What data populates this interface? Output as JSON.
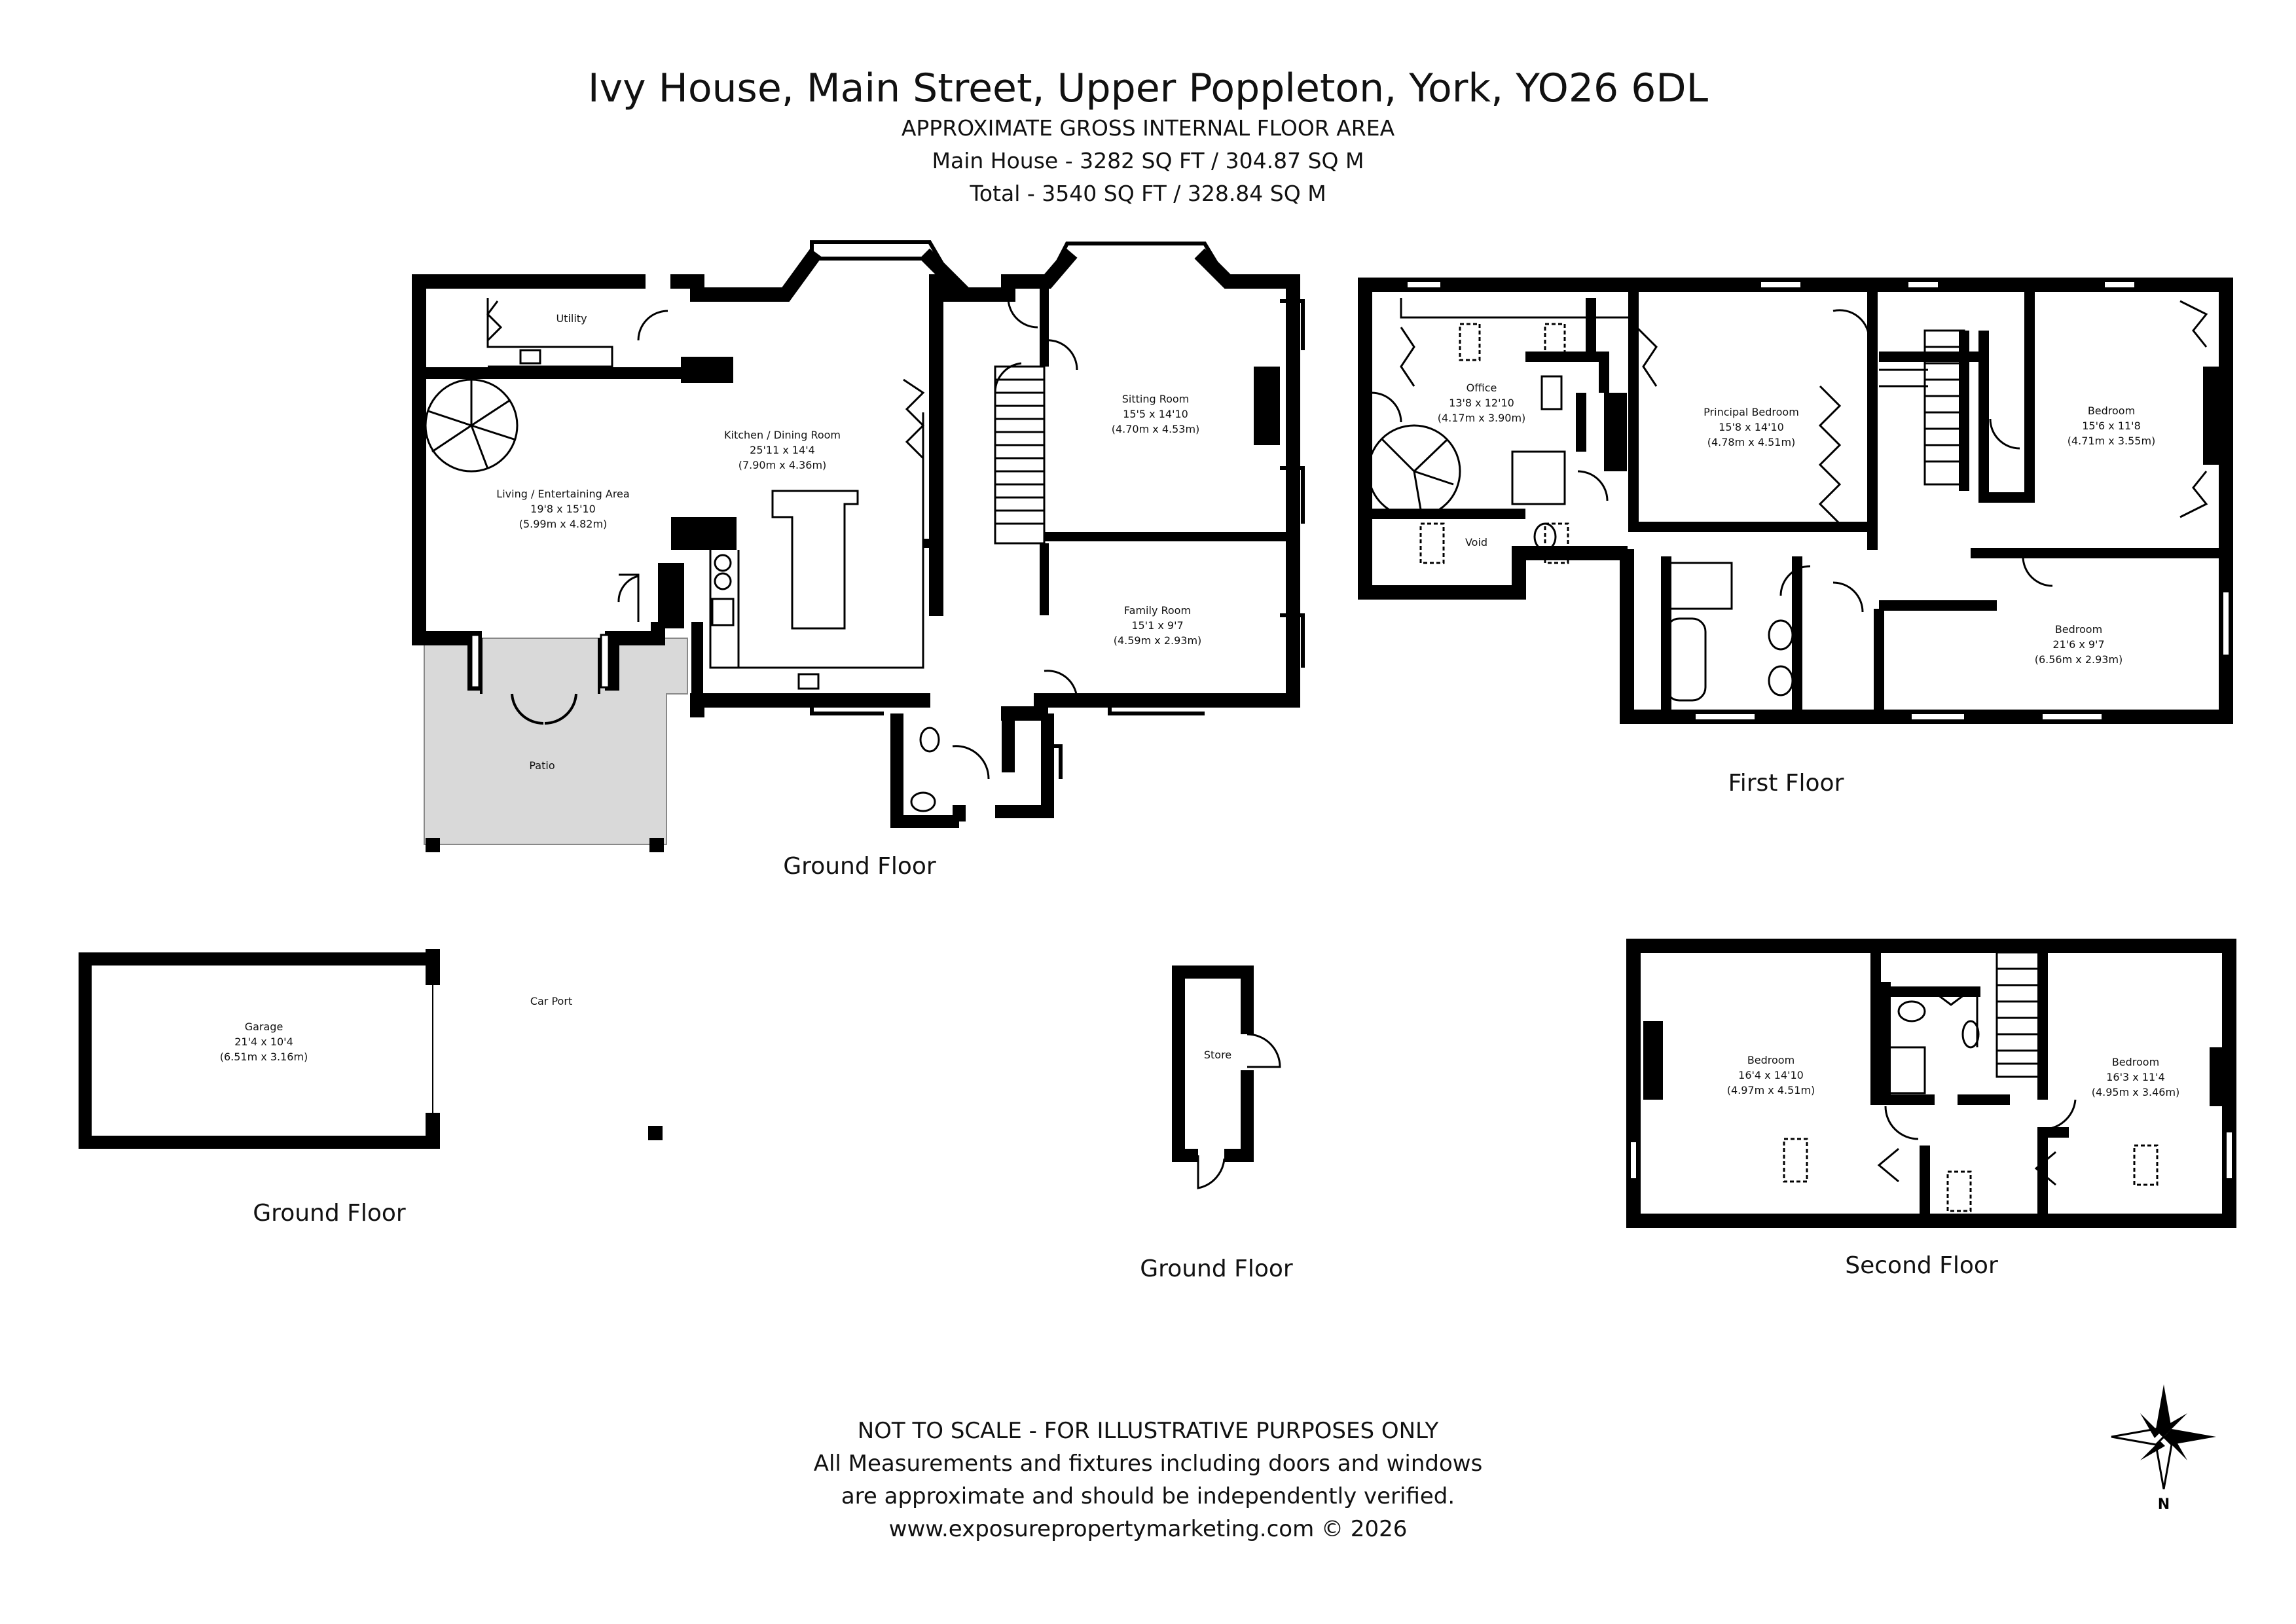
{
  "header": {
    "title": "Ivy House, Main Street, Upper Poppleton, York, YO26 6DL",
    "subtitle": "APPROXIMATE GROSS INTERNAL FLOOR AREA",
    "main_house": "Main House - 3282 SQ FT / 304.87 SQ M",
    "total": "Total - 3540 SQ FT / 328.84 SQ M"
  },
  "floor_labels": {
    "ground_main": "Ground Floor",
    "first": "First Floor",
    "garage_ground": "Ground Floor",
    "store_ground": "Ground Floor",
    "second": "Second Floor"
  },
  "rooms": {
    "utility": {
      "name": "Utility"
    },
    "living": {
      "name": "Living / Entertaining Area",
      "size": "19'8 x 15'10",
      "metric": "(5.99m x 4.82m)"
    },
    "kitchen": {
      "name": "Kitchen / Dining Room",
      "size": "25'11 x 14'4",
      "metric": "(7.90m x 4.36m)"
    },
    "sitting": {
      "name": "Sitting Room",
      "size": "15'5 x 14'10",
      "metric": "(4.70m x 4.53m)"
    },
    "family": {
      "name": "Family Room",
      "size": "15'1 x 9'7",
      "metric": "(4.59m x 2.93m)"
    },
    "patio": {
      "name": "Patio"
    },
    "office": {
      "name": "Office",
      "size": "13'8 x 12'10",
      "metric": "(4.17m x 3.90m)"
    },
    "void": {
      "name": "Void"
    },
    "principal": {
      "name": "Principal Bedroom",
      "size": "15'8 x 14'10",
      "metric": "(4.78m x 4.51m)"
    },
    "bed_ff_right": {
      "name": "Bedroom",
      "size": "15'6 x 11'8",
      "metric": "(4.71m x 3.55m)"
    },
    "bed_ff_lower": {
      "name": "Bedroom",
      "size": "21'6 x 9'7",
      "metric": "(6.56m x 2.93m)"
    },
    "garage": {
      "name": "Garage",
      "size": "21'4 x 10'4",
      "metric": "(6.51m x 3.16m)"
    },
    "carport": {
      "name": "Car Port"
    },
    "store": {
      "name": "Store"
    },
    "bed_sf_left": {
      "name": "Bedroom",
      "size": "16'4 x 14'10",
      "metric": "(4.97m x 4.51m)"
    },
    "bed_sf_right": {
      "name": "Bedroom",
      "size": "16'3 x 11'4",
      "metric": "(4.95m x 3.46m)"
    }
  },
  "disclaimer": {
    "line1": "NOT TO SCALE - FOR ILLUSTRATIVE PURPOSES ONLY",
    "line2": "All Measurements and fixtures including doors and windows",
    "line3": "are approximate and should be independently verified.",
    "line4": "www.exposurepropertymarketing.com © 2026"
  },
  "compass": {
    "label": "N"
  },
  "colors": {
    "wall": "#000000",
    "patio": "#d9d9d9",
    "line": "#000000"
  }
}
